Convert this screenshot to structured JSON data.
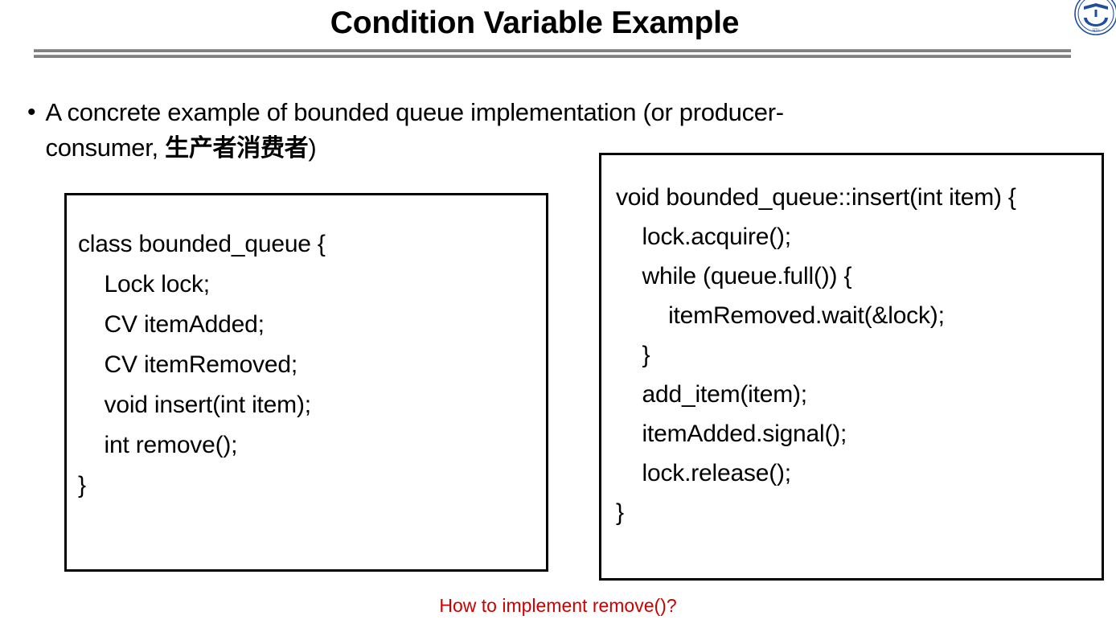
{
  "slide": {
    "title": "Condition Variable Example",
    "logo_icon": "university-seal-icon",
    "accent_red": "#cc0000",
    "rule_color": "#808080",
    "border_color": "#000000"
  },
  "bullet": {
    "marker": "•",
    "line1": "A concrete example of bounded queue implementation (or producer-",
    "line2_prefix": "consumer, ",
    "line2_cjk": "生产者消费者",
    "line2_suffix": ")"
  },
  "code_left": {
    "name": "bounded_queue class declaration",
    "lines": [
      "class bounded_queue {",
      "    Lock lock;",
      "    CV itemAdded;",
      "    CV itemRemoved;",
      "    void insert(int item);",
      "    int remove();",
      "}"
    ]
  },
  "code_right": {
    "name": "bounded_queue insert implementation",
    "lines": [
      "void bounded_queue::insert(int item) {",
      "    lock.acquire();",
      "    while (queue.full()) {",
      "        itemRemoved.wait(&lock);",
      "    }",
      "    add_item(item);",
      "    itemAdded.signal();",
      "    lock.release();",
      "}"
    ]
  },
  "caption": {
    "text": "How to implement remove()?"
  }
}
